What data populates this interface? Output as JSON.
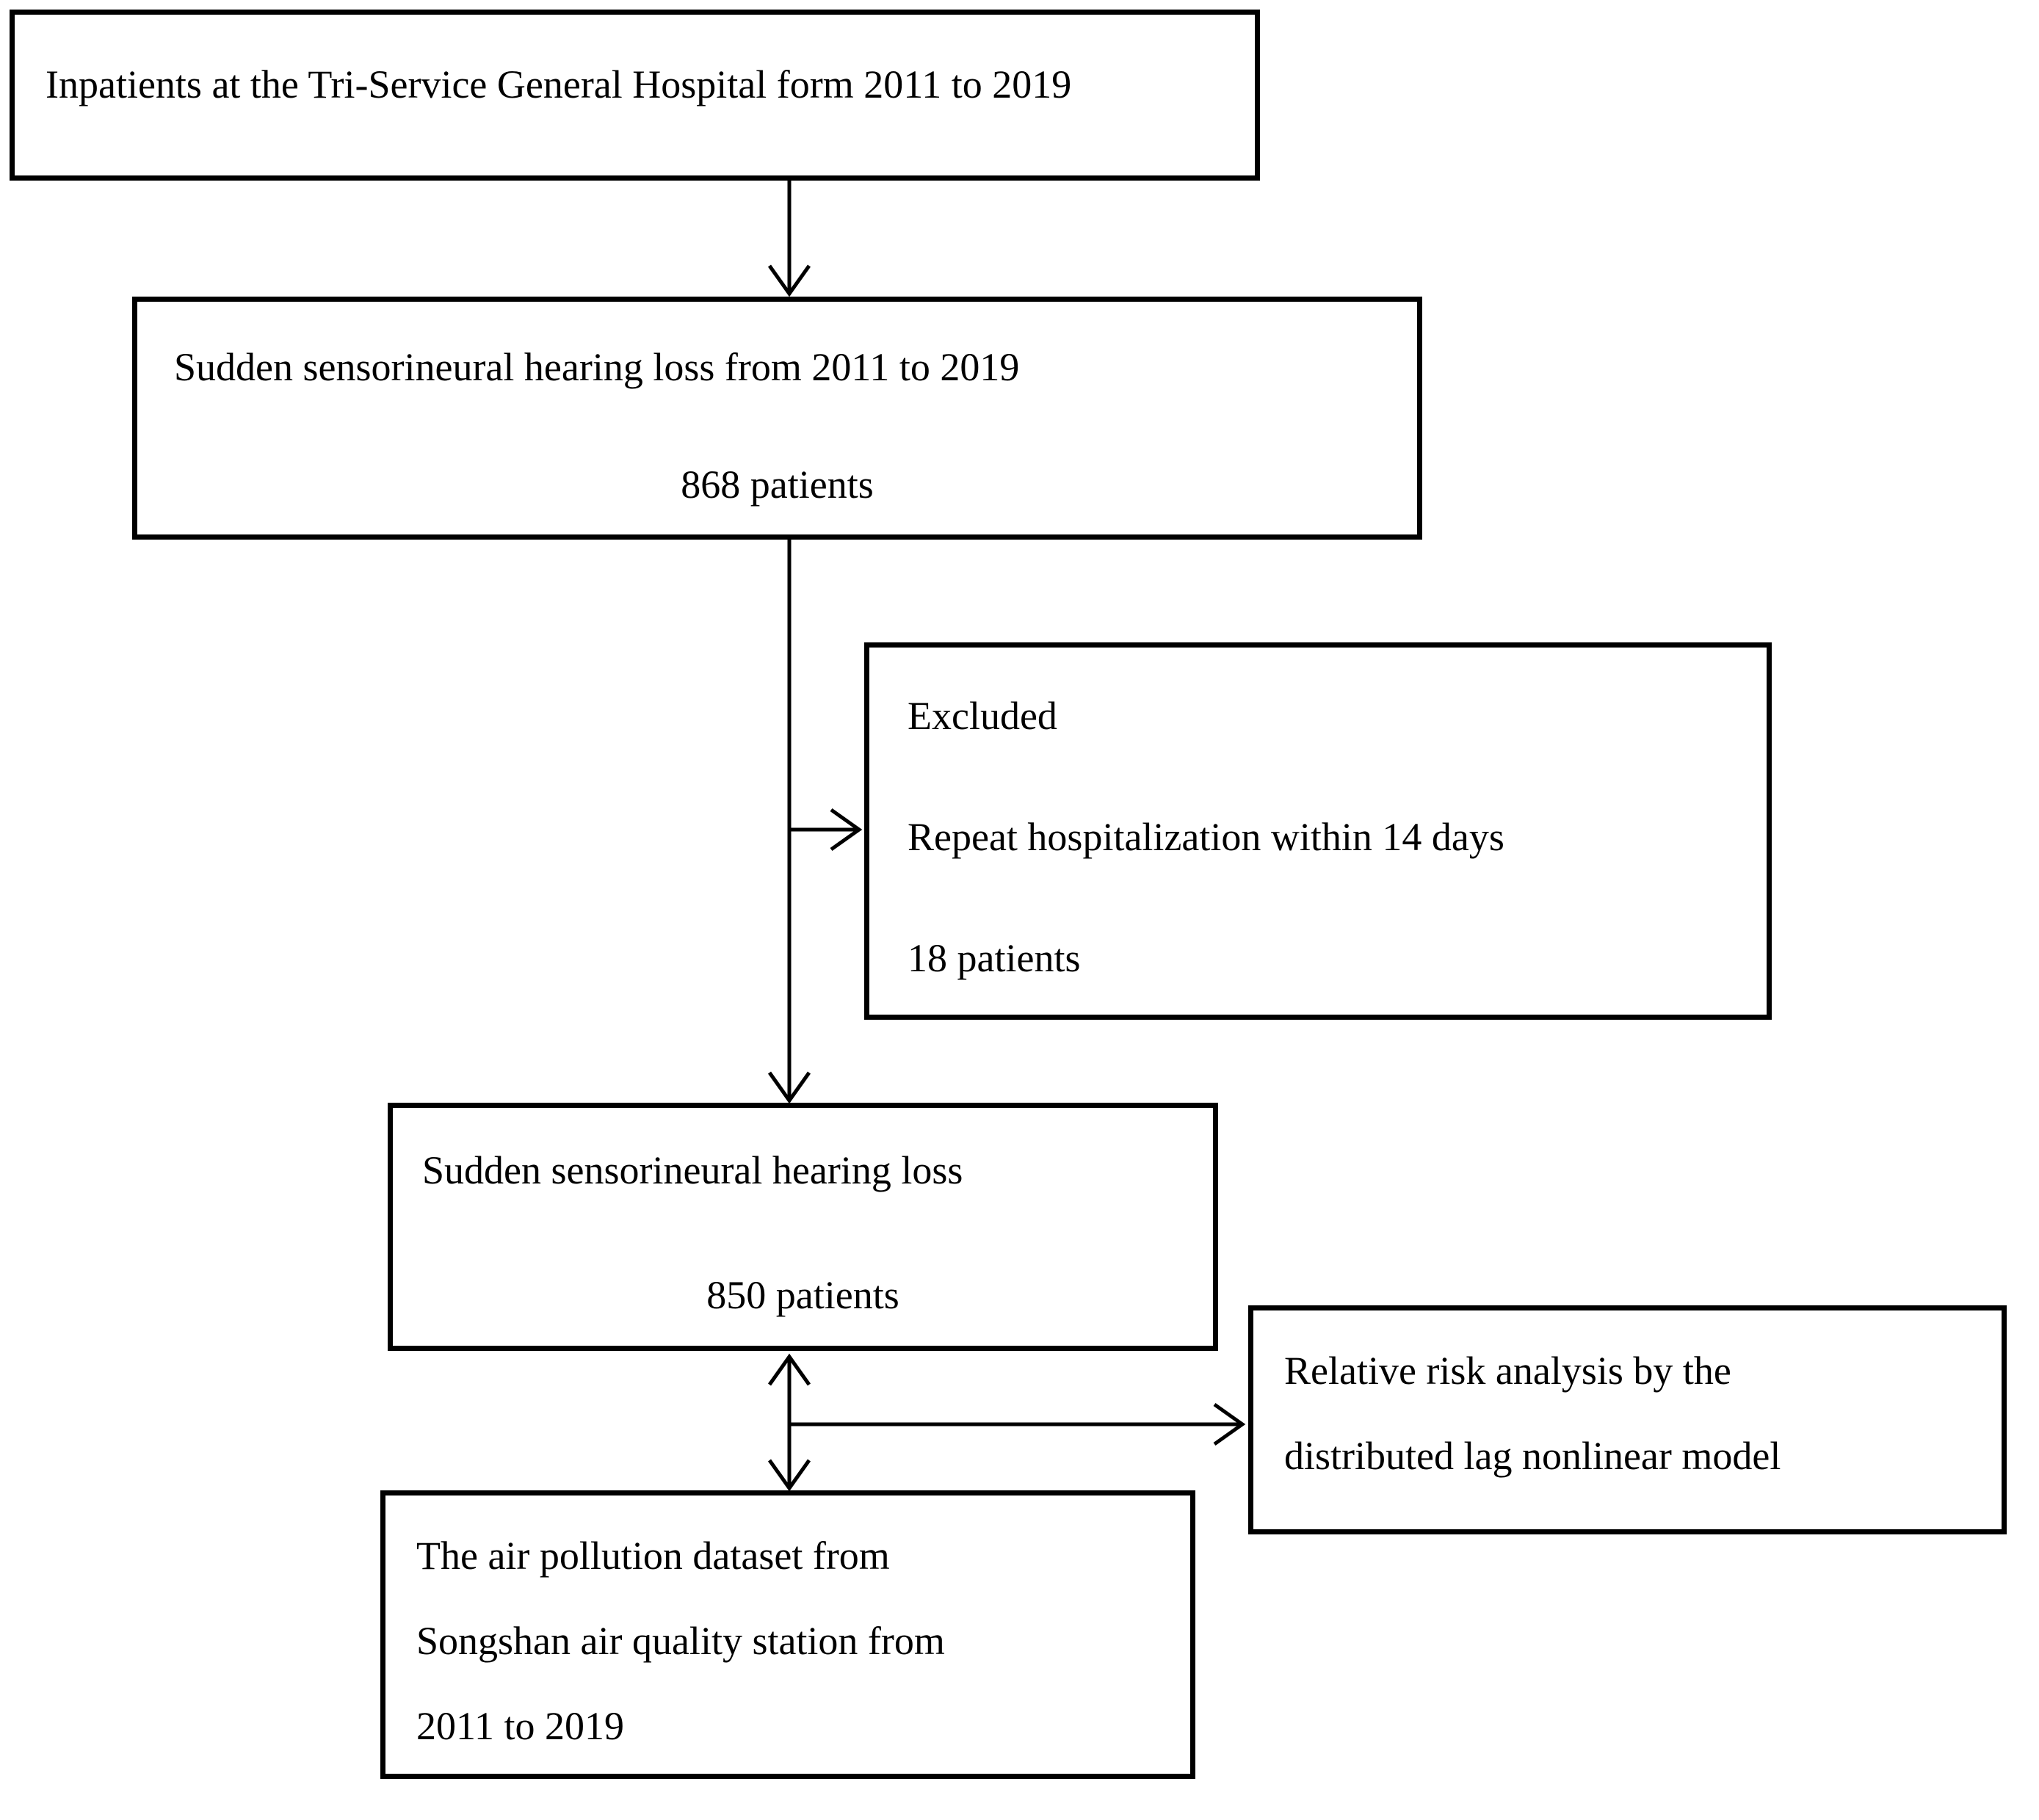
{
  "figure": {
    "type": "flowchart",
    "ink_color": "#000000",
    "paper_color": "#ffffff"
  },
  "boxes": {
    "inpatients": {
      "lines": [
        "Inpatients at the Tri-Service General Hospital form 2011 to 2019"
      ]
    },
    "ssnhl_cohort": {
      "lines": [
        "Sudden sensorineural hearing loss from 2011 to 2019",
        "868 patients"
      ]
    },
    "excluded": {
      "lines": [
        "Excluded",
        "Repeat hospitalization within 14 days",
        "18 patients"
      ]
    },
    "ssnhl_final": {
      "lines": [
        "Sudden sensorineural hearing loss",
        "850 patients"
      ]
    },
    "air_pollution": {
      "lines": [
        "The air pollution dataset from",
        "Songshan air quality station from",
        "2011 to 2019"
      ]
    },
    "analysis": {
      "lines": [
        "Relative risk analysis by the",
        "distributed lag nonlinear model"
      ]
    }
  }
}
